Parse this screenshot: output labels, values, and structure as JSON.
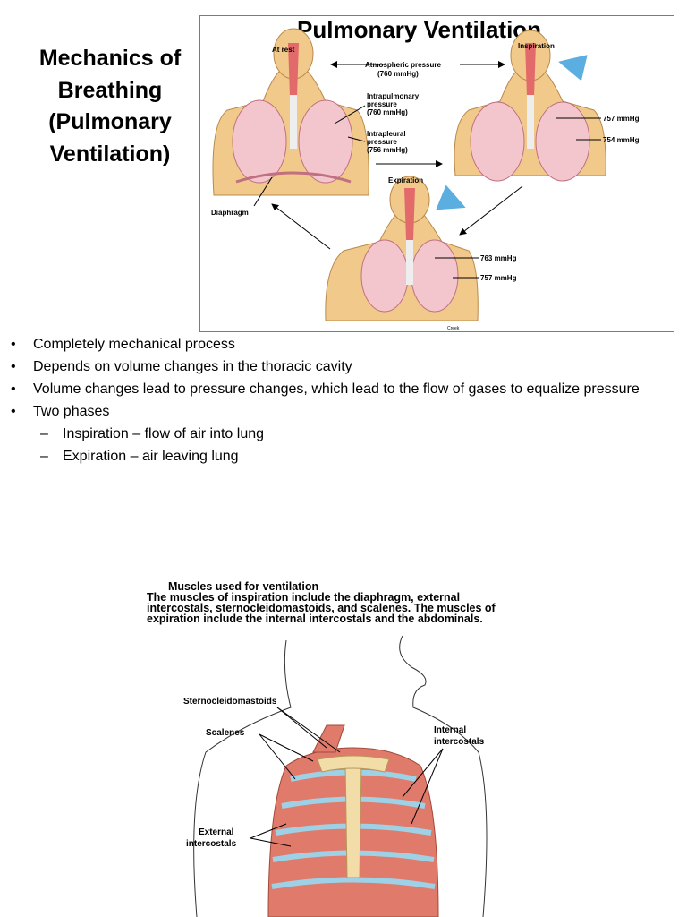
{
  "title_lines": [
    "Mechanics of",
    "Breathing",
    "(Pulmonary",
    "Ventilation)"
  ],
  "figure1": {
    "title": "Pulmonary Ventilation",
    "at_rest": "At rest",
    "inspiration": "Inspiration",
    "expiration": "Expiration",
    "atm_pressure": "Atmospheric pressure",
    "atm_value": "(760 mmHg)",
    "intrapulmonary_1": "Intrapulmonary",
    "intrapulmonary_2": "pressure",
    "intrapulmonary_3": "(760 mmHg)",
    "intrapleural_1": "Intrapleural",
    "intrapleural_2": "pressure",
    "intrapleural_3": "(756 mmHg)",
    "diaphragm": "Diaphragm",
    "insp_p1": "757 mmHg",
    "insp_p2": "754 mmHg",
    "exp_p1": "763 mmHg",
    "exp_p2": "757 mmHg",
    "credit": "Creek"
  },
  "bullets": [
    "Completely mechanical process",
    "Depends on volume changes in the thoracic cavity",
    "Volume changes lead to pressure changes, which lead to the flow of gases to equalize pressure",
    "Two phases"
  ],
  "bullet_marker": "•",
  "sub_marker": "–",
  "sub_bullets": [
    "Inspiration – flow of air into lung",
    "Expiration – air leaving lung"
  ],
  "figure2": {
    "caption_1": "Muscles used for  ventilation",
    "caption_2": "The muscles of inspiration include the diaphragm, external",
    "caption_3": "intercostals, sternocleidomastoids, and scalenes.  The muscles of",
    "caption_4": "expiration include the internal intercostals and the abdominals.",
    "sternocleidomastoids": "Sternocleidomastoids",
    "scalenes": "Scalenes",
    "internal_1": "Internal",
    "internal_2": "intercostals",
    "external_1": "External",
    "external_2": "intercostals"
  }
}
